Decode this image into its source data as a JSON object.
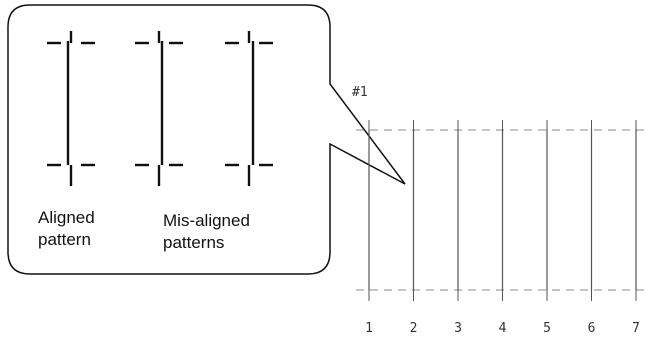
{
  "callout": {
    "aligned_label_line1": "Aligned",
    "aligned_label_line2": "pattern",
    "misaligned_label_line1": "Mis-aligned",
    "misaligned_label_line2": "patterns"
  },
  "test_sheet": {
    "set_label": "#1",
    "pattern_numbers": [
      "1",
      "2",
      "3",
      "4",
      "5",
      "6",
      "7"
    ]
  },
  "colors": {
    "line": "#111111",
    "pattern_line": "#555555",
    "dash": "#888888"
  }
}
